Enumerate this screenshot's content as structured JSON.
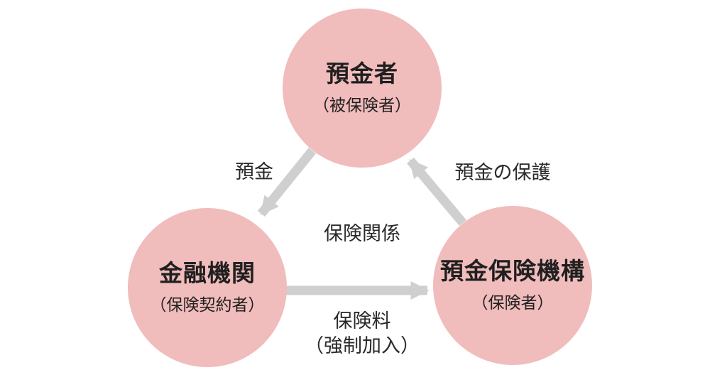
{
  "diagram": {
    "description": "Japanese deposit insurance system relationship diagram",
    "colors": {
      "circle_fill": "#f1bcbc",
      "arrow": "#cfcfcf",
      "text": "#1f1f1f",
      "background": "#ffffff"
    },
    "nodes": {
      "depositor": {
        "title": "預金者",
        "subtitle": "（被保険者）"
      },
      "financial_institution": {
        "title": "金融機関",
        "subtitle": "（保険契約者）"
      },
      "deposit_insurance_corp": {
        "title": "預金保険機構",
        "subtitle": "（保険者）"
      }
    },
    "edges": {
      "deposit": {
        "label": "預金",
        "from": "depositor",
        "to": "financial_institution"
      },
      "deposit_protection": {
        "label": "預金の保護",
        "from": "deposit_insurance_corp",
        "to": "depositor"
      },
      "insurance_relation": {
        "label": "保険関係"
      },
      "premium": {
        "label_line1": "保険料",
        "label_line2": "（強制加入）",
        "from": "financial_institution",
        "to": "deposit_insurance_corp"
      }
    }
  }
}
